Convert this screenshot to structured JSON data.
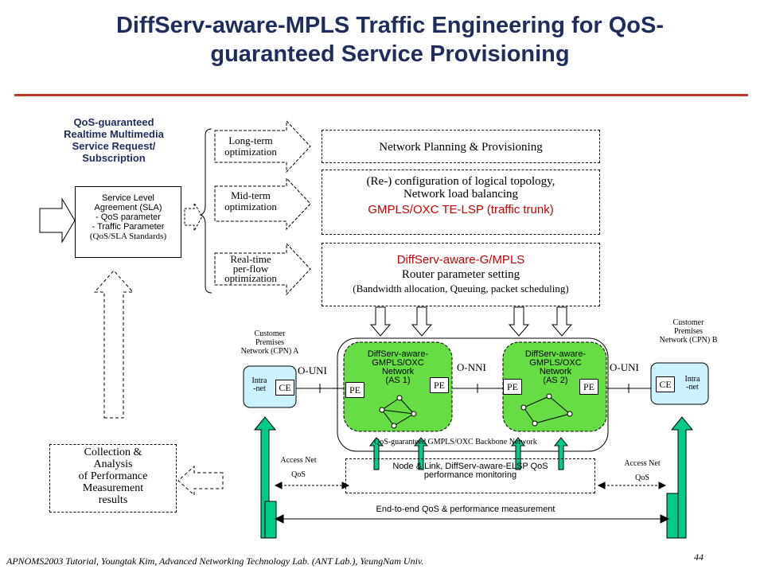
{
  "title_line1": "DiffServ-aware-MPLS Traffic Engineering for QoS-",
  "title_line2": "guaranteed Service Provisioning",
  "request": {
    "l1": "QoS-guaranteed",
    "l2": "Realtime Multimedia",
    "l3": "Service Request/",
    "l4": "Subscription"
  },
  "sla": {
    "l1": "Service Level",
    "l2": "Agreement (SLA)",
    "l3": "- QoS parameter",
    "l4": "- Traffic Parameter",
    "l5": "(QoS/SLA Standards)"
  },
  "optimization": {
    "long_l1": "Long-term",
    "long_l2": "optimization",
    "mid_l1": "Mid-term",
    "mid_l2": "optimization",
    "rt_l1": "Real-time",
    "rt_l2": "per-flow",
    "rt_l3": "optimization"
  },
  "planning": "Network Planning & Provisioning",
  "reconfig": {
    "l1": "(Re-) configuration of logical topology,",
    "l2": "Network load balancing",
    "l3": "GMPLS/OXC TE-LSP (traffic trunk)"
  },
  "router": {
    "l1": "DiffServ-aware-G/MPLS",
    "l2": "Router parameter setting",
    "l3": "(Bandwidth allocation, Queuing, packet scheduling)"
  },
  "cpn_a": {
    "l1": "Customer",
    "l2": "Premises",
    "l3": "Network (CPN) A"
  },
  "cpn_b": {
    "l1": "Customer",
    "l2": "Premises",
    "l3": "Network (CPN) B"
  },
  "intranet_l1": "Intra",
  "intranet_l2": "-net",
  "ce": "CE",
  "pe": "PE",
  "o_uni": "O-UNI",
  "o_nni": "O-NNI",
  "as1": {
    "l1": "DiffServ-aware-",
    "l2": "GMPLS/OXC",
    "l3": "Network",
    "l4": "(AS 1)"
  },
  "as2": {
    "l1": "DiffServ-aware-",
    "l2": "GMPLS/OXC",
    "l3": "Network",
    "l4": "(AS 2)"
  },
  "backbone": "QoS-guaranteed GMPLS/OXC Backbone Network",
  "monitoring": {
    "l1": "Node & Link, DiffServ-aware-ELSP QoS",
    "l2": "performance monitoring"
  },
  "access_net": {
    "l1": "Access Net",
    "l2": "QoS"
  },
  "collection": {
    "l1": "Collection &",
    "l2": "Analysis",
    "l3": "of Performance",
    "l4": "Measurement",
    "l5": "results"
  },
  "end_to_end": "End-to-end  QoS & performance measurement",
  "footer": "APNOMS2003 Tutorial,  Youngtak Kim,  Advanced Networking Technology Lab. (ANT Lab.),  YeungNam Univ.",
  "page_number": "44",
  "colors": {
    "title": "#1f2d5c",
    "rule": "#c0392b",
    "network": "#66dd44",
    "intranet": "#ccf2ff",
    "access_arrow": "#00cc88",
    "red_text": "#cc0000"
  }
}
